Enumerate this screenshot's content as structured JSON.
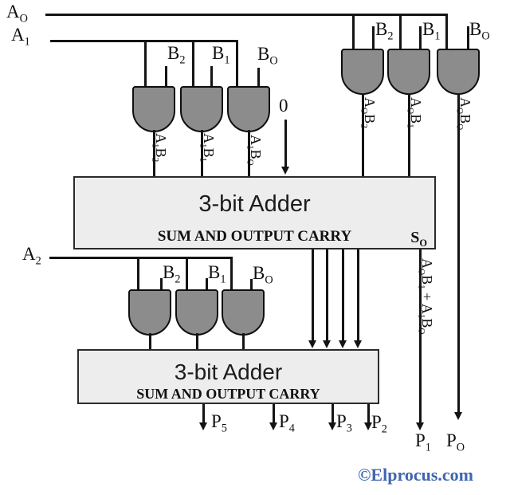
{
  "palette": {
    "gate_fill": "#8c8c8c",
    "wire": "#141414",
    "adder_fill": "#ededed",
    "adder_border": "#2b2b2b",
    "watermark_blue": "#3f66b0"
  },
  "labels": {
    "a0": {
      "b": "A",
      "s": "O"
    },
    "a1": {
      "b": "A",
      "s": "1"
    },
    "a2": {
      "b": "A",
      "s": "2"
    },
    "zero": "0",
    "b_row1": [
      {
        "b": "B",
        "s": "2"
      },
      {
        "b": "B",
        "s": "1"
      },
      {
        "b": "B",
        "s": "O"
      }
    ],
    "b_tr": [
      {
        "b": "B",
        "s": "2"
      },
      {
        "b": "B",
        "s": "1"
      },
      {
        "b": "B",
        "s": "O"
      }
    ],
    "b_row2": [
      {
        "b": "B",
        "s": "2"
      },
      {
        "b": "B",
        "s": "1"
      },
      {
        "b": "B",
        "s": "O"
      }
    ],
    "prod_row1": [
      {
        "b1": "A",
        "s1": "1",
        "b2": "B",
        "s2": "2"
      },
      {
        "b1": "A",
        "s1": "1",
        "b2": "B",
        "s2": "1"
      },
      {
        "b1": "A",
        "s1": "1",
        "b2": "B",
        "s2": "O"
      }
    ],
    "prod_tr": [
      {
        "b1": "A",
        "s1": "O",
        "b2": "B",
        "s2": "2"
      },
      {
        "b1": "A",
        "s1": "O",
        "b2": "B",
        "s2": "1"
      },
      {
        "b1": "A",
        "s1": "O",
        "b2": "B",
        "s2": "O"
      }
    ],
    "sum_expr": {
      "b1": "A",
      "s1": "O",
      "b2": "B",
      "s2": "1",
      "plus": " + ",
      "b3": "A",
      "s3": "1",
      "b4": "B",
      "s4": "O"
    }
  },
  "adder1": {
    "title": "3-bit Adder",
    "subtitle": "SUM AND OUTPUT CARRY",
    "sum_out": {
      "b": "S",
      "s": "O"
    }
  },
  "adder2": {
    "title": "3-bit Adder",
    "subtitle": "SUM AND OUTPUT CARRY"
  },
  "outputs": [
    {
      "b": "P",
      "s": "5"
    },
    {
      "b": "P",
      "s": "4"
    },
    {
      "b": "P",
      "s": "3"
    },
    {
      "b": "P",
      "s": "2"
    },
    {
      "b": "P",
      "s": "1"
    },
    {
      "b": "P",
      "s": "O"
    }
  ],
  "watermark": {
    "text": "©Elprocus.com"
  }
}
